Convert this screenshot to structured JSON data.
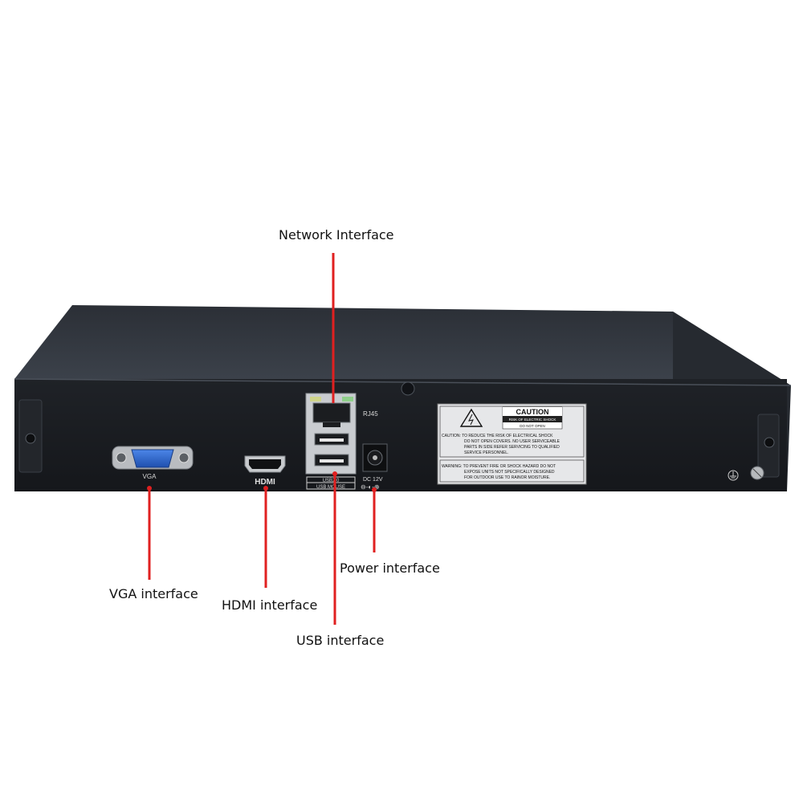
{
  "callouts": {
    "network": "Network Interface",
    "power": "Power interface",
    "vga": "VGA interface",
    "hdmi": "HDMI interface",
    "usb": "USB interface"
  },
  "device_labels": {
    "vga": "VGA",
    "hdmi": "HDMI",
    "rj45": "RJ45",
    "usb_top": "USB2.0",
    "usb_bottom": "USB MOUSE",
    "dc": "DC 12V",
    "caution_title": "CAUTION",
    "caution_sub1": "RISK OF ELECTRIC SHOCK",
    "caution_sub2": "DO NOT OPEN",
    "caution_text": [
      "CAUTION: TO REDUCE THE RISK OF ELECTRICAL SHOCK",
      "DO NOT OPEN COVERS. NO USER SERVICEABLE",
      "PARTS IN SIDE REFER SERVICING TO QUALIFIED",
      "SERVICE PERSONNEL."
    ],
    "warning_text": [
      "WARNING: TO PREVENT FIRE OR SHOCK HAZARD DO NOT",
      "EXPOSE UNITS NOT SPECIFICALLY DESIGNED",
      "FOR OUTDOOR USE TO RAINOR MOISTURE."
    ]
  },
  "colors": {
    "leader_line": "#e02020",
    "device_body": "#1c1f24",
    "vga_port": "#2a63c9"
  }
}
